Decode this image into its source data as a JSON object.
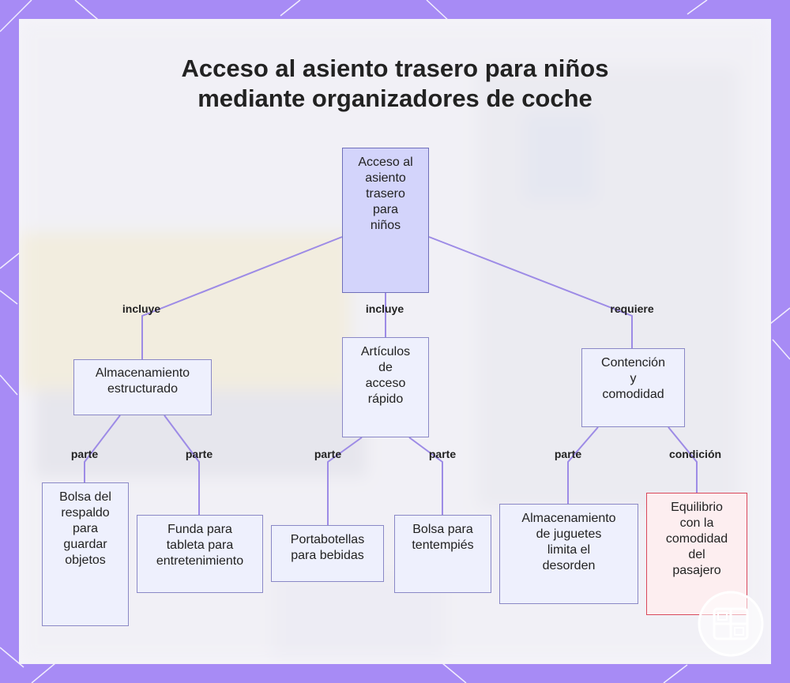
{
  "title_lines": [
    "Acceso al asiento trasero para niños",
    "mediante organizadores de coche"
  ],
  "nodes": {
    "root": [
      "Acceso al",
      "asiento",
      "trasero",
      "para",
      "niños"
    ],
    "storage": [
      "Almacenamiento",
      "estructurado"
    ],
    "quick": [
      "Artículos",
      "de",
      "acceso",
      "rápido"
    ],
    "comfort": [
      "Contención",
      "y",
      "comodidad"
    ],
    "seat_bag": [
      "Bolsa del",
      "respaldo",
      "para",
      "guardar",
      "objetos"
    ],
    "tablet": [
      "Funda para",
      "tableta para",
      "entretenimiento"
    ],
    "bottle": [
      "Portabotellas",
      "para bebidas"
    ],
    "snack": [
      "Bolsa para",
      "tentempiés"
    ],
    "toys": [
      "Almacenamiento",
      "de juguetes",
      "limita el",
      "desorden"
    ],
    "balance": [
      "Equilibrio",
      "con la",
      "comodidad",
      "del",
      "pasajero"
    ]
  },
  "edge_labels": {
    "root_storage": "incluye",
    "root_quick": "incluye",
    "root_comfort": "requiere",
    "storage_seat": "parte",
    "storage_tablet": "parte",
    "quick_bottle": "parte",
    "quick_snack": "parte",
    "comfort_toys": "parte",
    "comfort_balance": "condición"
  },
  "colors": {
    "frame": "#a78bf5",
    "edge": "#9d8be6",
    "node_border": "#8a88c6",
    "warn_border": "#d9485a"
  }
}
